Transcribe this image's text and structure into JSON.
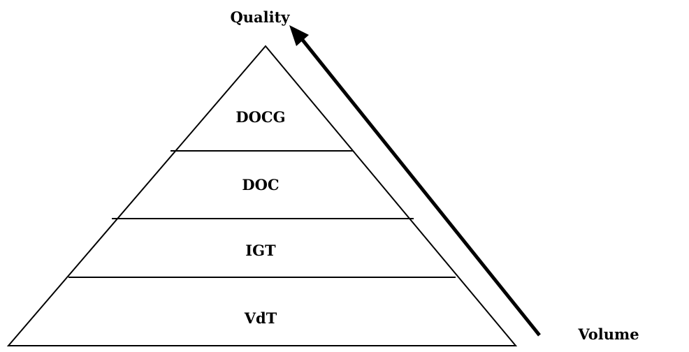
{
  "axis": {
    "top_label": "Quality",
    "bottom_label": "Volume"
  },
  "tiers": [
    {
      "label": "DOCG"
    },
    {
      "label": "DOC"
    },
    {
      "label": "IGT"
    },
    {
      "label": "VdT"
    }
  ],
  "colors": {
    "stroke": "#000000",
    "background": "#ffffff"
  }
}
